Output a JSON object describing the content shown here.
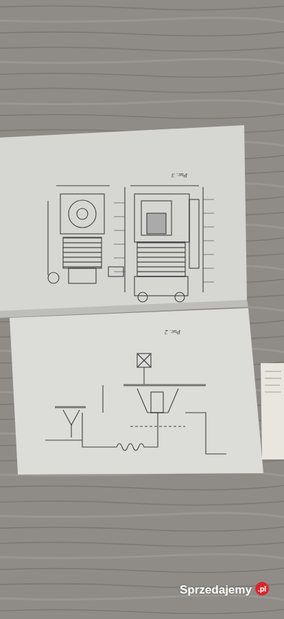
{
  "diagram": {
    "labels": [
      "Рис. 3",
      "Рис. 2",
      "Sprzedajemy",
      ".pl"
    ]
  }
}
